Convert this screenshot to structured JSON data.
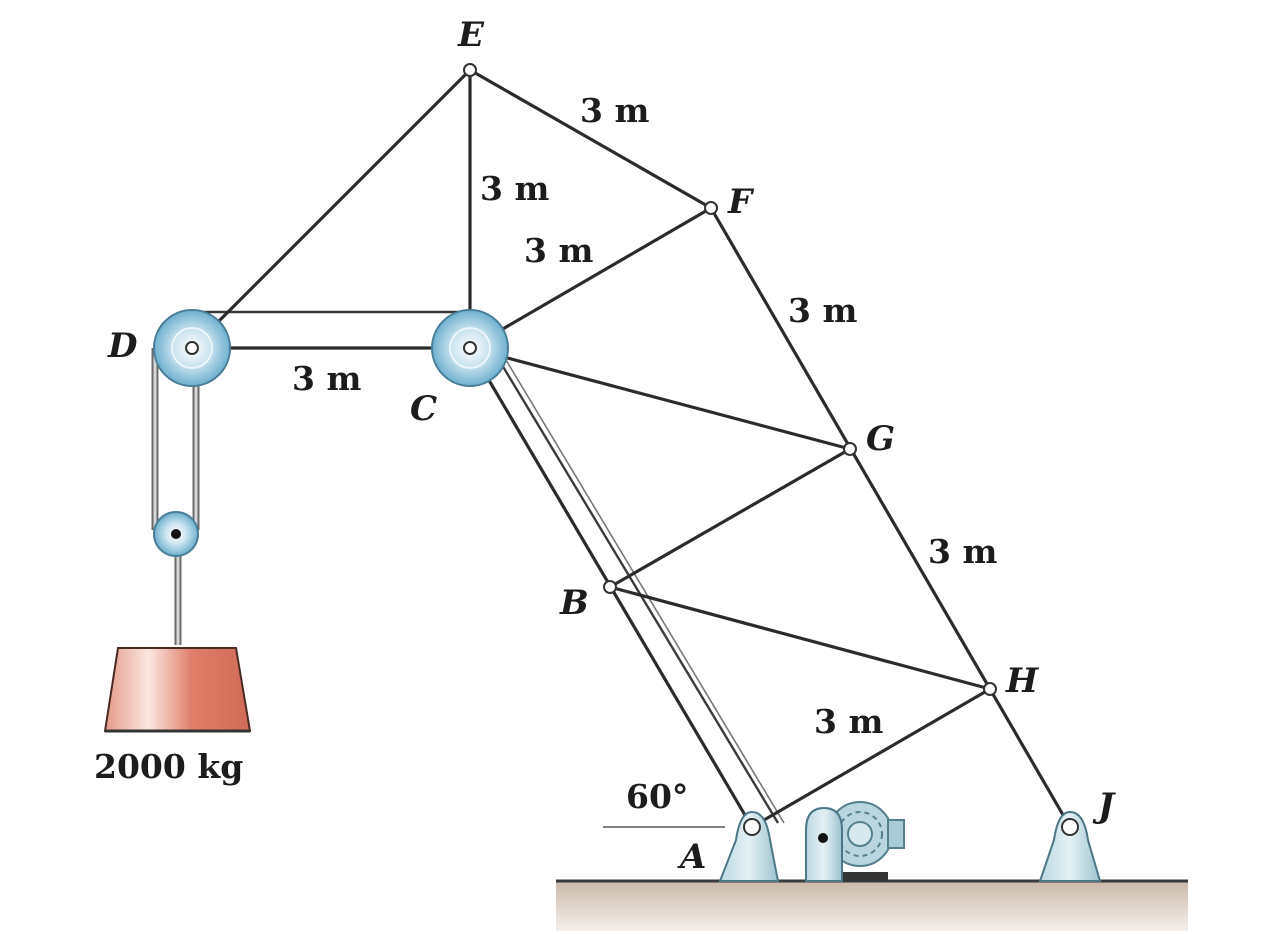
{
  "figure": {
    "labels": {
      "A": "A",
      "B": "B",
      "C": "C",
      "D": "D",
      "E": "E",
      "F": "F",
      "G": "G",
      "H": "H",
      "J": "J"
    },
    "dimensions": {
      "EF": "3 m",
      "EC": "3 m",
      "CF": "3 m",
      "DC": "3 m",
      "FG": "3 m",
      "GH": "3 m",
      "AH": "3 m"
    },
    "angle": "60°",
    "mass": "2000 kg"
  },
  "colors": {
    "pulley": "#8fc5de",
    "weight": "#d97765",
    "support": "#a9cbd6",
    "ground": "#c9b7a7"
  }
}
